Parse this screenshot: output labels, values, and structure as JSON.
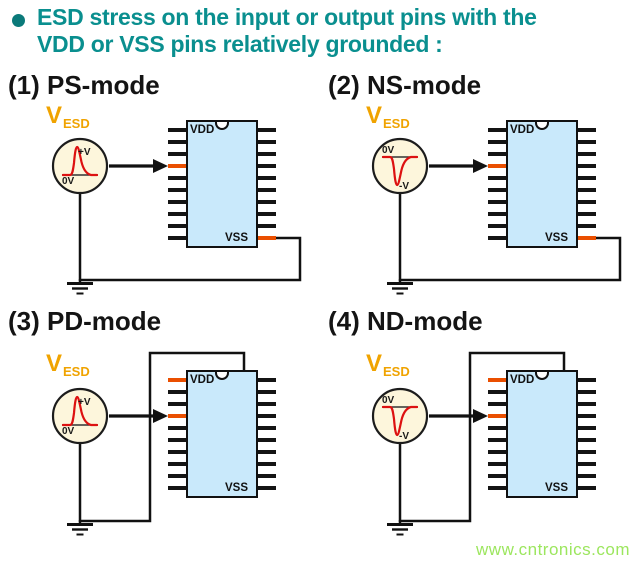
{
  "title": {
    "line1": "ESD stress on the input or output pins with the",
    "line2": "VDD or VSS pins relatively grounded :"
  },
  "shared": {
    "vesd_main": "V",
    "vesd_sub": "ESD",
    "vdd_label": "VDD",
    "vss_label": "VSS"
  },
  "modes": [
    {
      "heading": "(1) PS-mode",
      "wave": {
        "peak": "+V",
        "zero": "0V"
      }
    },
    {
      "heading": "(2) NS-mode",
      "wave": {
        "peak": "-V",
        "zero": "0V"
      }
    },
    {
      "heading": "(3) PD-mode",
      "wave": {
        "peak": "+V",
        "zero": "0V"
      }
    },
    {
      "heading": "(4) ND-mode",
      "wave": {
        "peak": "-V",
        "zero": "0V"
      }
    }
  ],
  "watermark": "www.cntronics.com",
  "colors": {
    "teal": "#0a8f8f",
    "bullet": "#0b7a7a",
    "orange": "#f0a300",
    "red": "#dd1111",
    "chip": "#c9e9fb",
    "pin": "#141414",
    "pin-hot": "#ea4f00",
    "wire": "#111111",
    "green": "#9ce65e"
  }
}
